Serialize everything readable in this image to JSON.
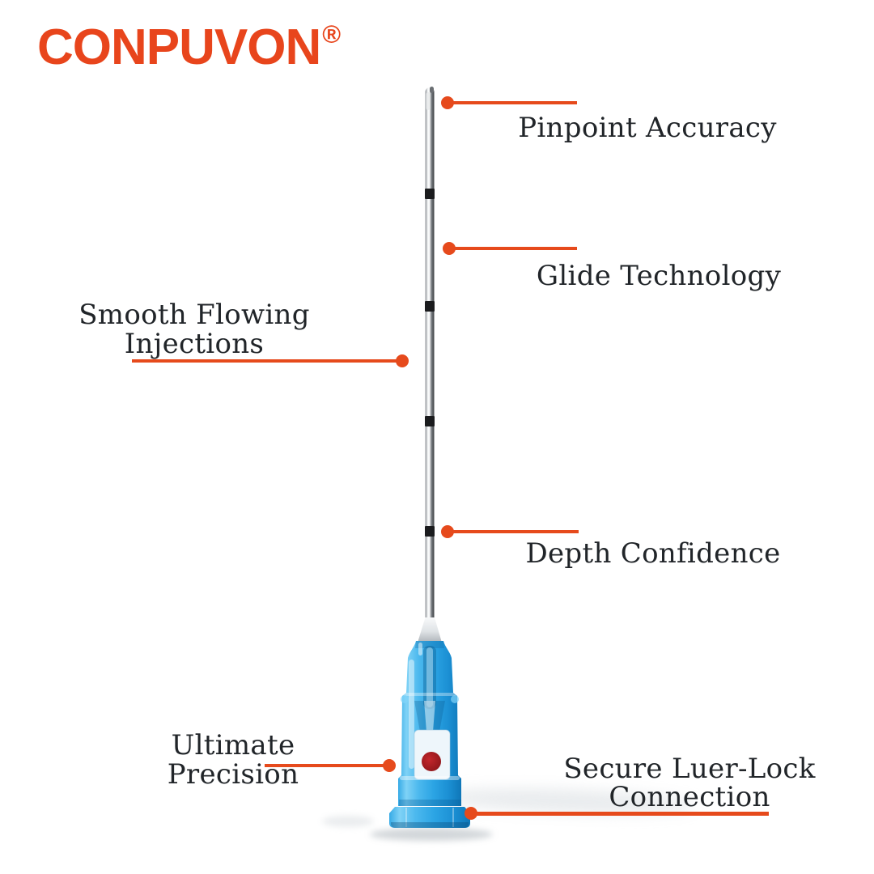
{
  "brand": {
    "name": "CONPUVON",
    "registered": "®"
  },
  "callouts": [
    {
      "id": "pinpoint-accuracy",
      "label": "Pinpoint Accuracy"
    },
    {
      "id": "glide-technology",
      "label": "Glide Technology"
    },
    {
      "id": "smooth-flowing-injections",
      "lines": [
        "Smooth Flowing",
        "Injections"
      ]
    },
    {
      "id": "depth-confidence",
      "label": "Depth Confidence"
    },
    {
      "id": "ultimate-precision",
      "label": "Ultimate Precision"
    },
    {
      "id": "secure-luer-lock-connection",
      "lines": [
        "Secure Luer-Lock",
        "Connection"
      ]
    }
  ],
  "illustration": {
    "subject": "blunt-tip-cannula-needle-with-luer-lock-hub",
    "parts": [
      "needle-tip",
      "needle-shaft",
      "depth-markings",
      "metal-ferrule",
      "blue-hub",
      "hub-indicator-dot",
      "luer-lock-base"
    ],
    "depth_marking_count": 4
  },
  "colors": {
    "accent_orange": "#e64a1c",
    "logo_orange": "#e8451c",
    "text_dark": "#212529",
    "hub_blue": "#2ba4e4",
    "hub_blue_highlight": "#7fd2f6",
    "indicator_red": "#a81e22",
    "marking_black": "#1b1c1e",
    "metal_silver": "#c7cbd0",
    "background": "#ffffff"
  }
}
